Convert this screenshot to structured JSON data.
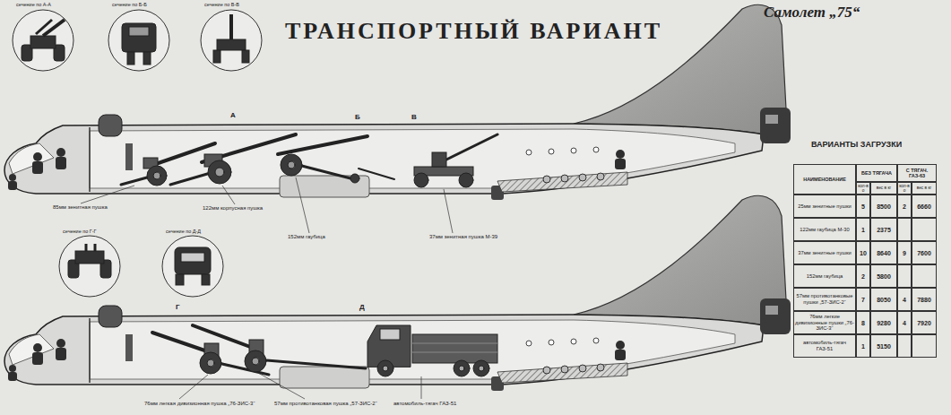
{
  "diagram": {
    "title": "ТРАНСПОРТНЫЙ ВАРИАНТ",
    "labels": [
      "Самолет „75“",
      "сечение по А-А",
      "сечение по Б-Б",
      "сечение по В-В",
      "сечение по Г-Г",
      "сечение по Д-Д",
      "А",
      "Б",
      "В",
      "Г",
      "Д",
      "85мм зенитная пушка",
      "122мм корпусная пушка",
      "152мм гаубица",
      "37мм зенитная пушка М-39",
      "76мм легкая дивизионная пушка „76-ЗИС-3“",
      "57мм противотанковая пушка „57-ЗИС-2“",
      "автомобиль-тягач ГАЗ-51",
      "ВАРИАНТЫ ЗАГРУЗКИ",
      "НАИМЕНОВАНИЕ",
      "БЕЗ ТЯГАЧА",
      "С ТЯГАЧ. ГАЗ-63",
      "кол-во",
      "вес в кг",
      "кол-во",
      "вес в кг",
      "25мм зенитные пушки",
      "5",
      "8500",
      "2",
      "6660",
      "122мм гаубица М-30",
      "1",
      "2375",
      "37мм зенитные пушки",
      "10",
      "8640",
      "9",
      "7600",
      "152мм гаубица",
      "2",
      "5800",
      "57мм противотанковые пушки „57-ЗИС-2“",
      "7",
      "8050",
      "4",
      "7880",
      "76мм легкие дивизионные пушки „76-ЗИС-3“",
      "8",
      "9280",
      "4",
      "7920",
      "автомобиль-тягач ГАЗ-51",
      "1",
      "5150"
    ]
  }
}
